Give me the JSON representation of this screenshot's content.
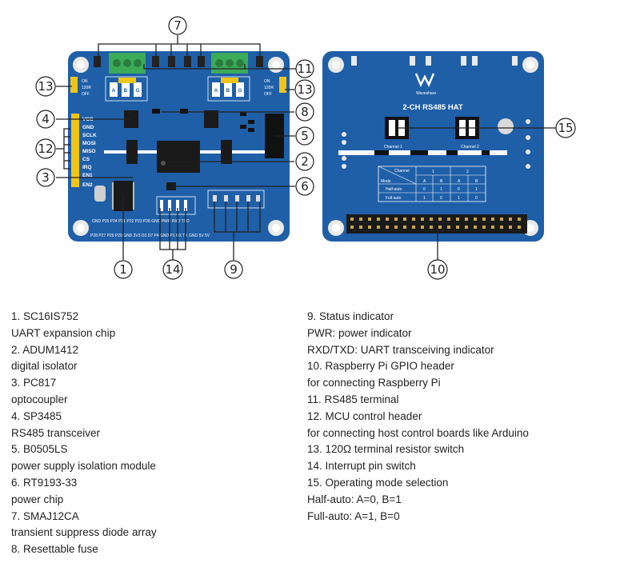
{
  "front_board": {
    "pin_labels_left": [
      "VCC",
      "GND",
      "SCLK",
      "MOSI",
      "MISO",
      "CS",
      "IRQ",
      "EN1",
      "EN2"
    ],
    "switch_left": [
      "ON",
      "120R",
      "OFF"
    ],
    "switch_right": [
      "ON",
      "120R",
      "OFF"
    ],
    "terminal_labels": [
      "A",
      "B",
      "G"
    ],
    "bottom_row_top": "GND P25 P24 P21 P22 P23 P26 GND PWR RXD TXD",
    "bottom_row_bottom": "P28 P27 P29 P20 GND 3V3 D3 D7 P4 GND P1 RX TX GND 5V 5V"
  },
  "back_board": {
    "brand": "Waveshare",
    "title": "2-CH RS485 HAT",
    "channel_labels": [
      "Channel 1",
      "Channel 2"
    ],
    "table": {
      "corner_top": "Channel",
      "corner_bottom": "Mode",
      "channel_headers": [
        "1",
        "2"
      ],
      "sub_headers": [
        "A",
        "B",
        "A",
        "B"
      ],
      "rows": [
        {
          "mode": "Half-auto",
          "values": [
            "0",
            "1",
            "0",
            "1"
          ]
        },
        {
          "mode": "Full-auto",
          "values": [
            "1",
            "0",
            "1",
            "0"
          ]
        }
      ]
    }
  },
  "callouts": [
    "1",
    "2",
    "3",
    "4",
    "5",
    "6",
    "7",
    "8",
    "9",
    "10",
    "11",
    "12",
    "13",
    "13",
    "14",
    "15"
  ],
  "legend": {
    "left": [
      "1. SC16IS752",
      "UART expansion chip",
      "2. ADUM1412",
      "digital isolator",
      "3. PC817",
      "optocoupler",
      "4. SP3485",
      "RS485 transceiver",
      "5. B0505LS",
      "power supply isolation module",
      "6. RT9193-33",
      "power chip",
      "7. SMAJ12CA",
      "transient suppress diode array",
      "8. Resettable fuse"
    ],
    "right": [
      "9. Status indicator",
      "PWR: power indicator",
      "RXD/TXD: UART transceiving indicator",
      "10. Raspberry Pi GPIO header",
      "for connecting Raspberry Pi",
      "11. RS485 terminal",
      "12. MCU control header",
      "for connecting host control boards like Arduino",
      "13. 120Ω terminal resistor switch",
      "14. Interrupt pin switch",
      "15. Operating mode selection",
      "Half-auto: A=0, B=1",
      "Full-auto: A=1, B=0"
    ]
  },
  "colors": {
    "pcb": "#1f5fa8",
    "pcb_dark": "#174b86",
    "terminal": "#3bab5a",
    "header": "#f0c419",
    "chip": "#1a1a1a"
  }
}
